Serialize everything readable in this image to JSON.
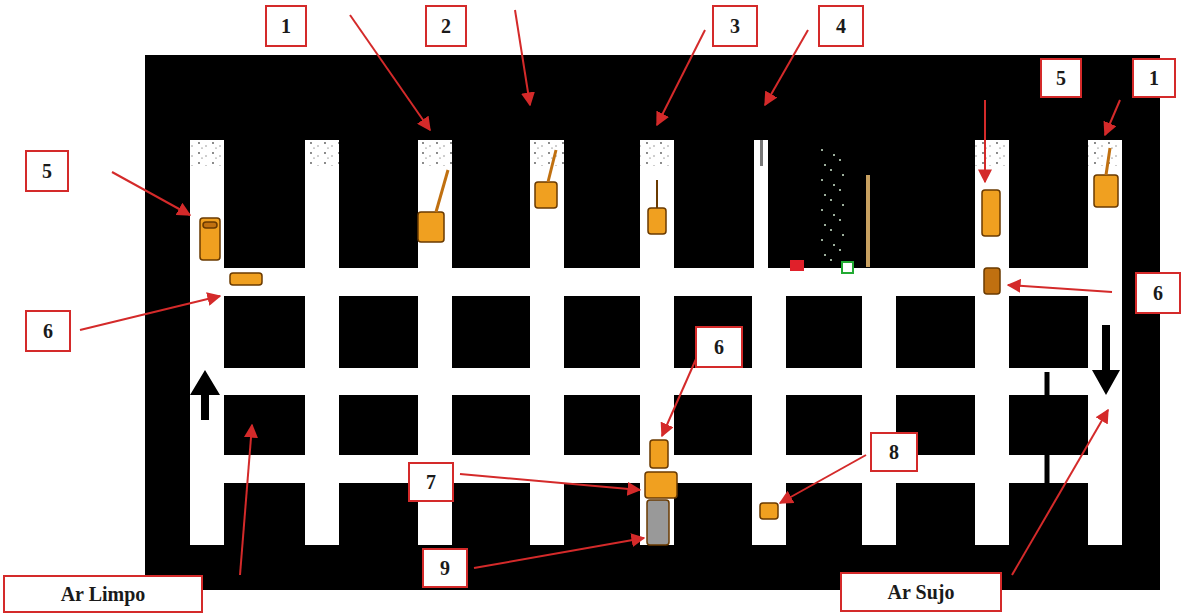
{
  "diagram": {
    "labels": [
      "1",
      "2",
      "3",
      "4",
      "5",
      "1",
      "5",
      "6",
      "6",
      "6",
      "7",
      "8",
      "9",
      "Ar Limpo",
      "Ar Sujo"
    ]
  }
}
